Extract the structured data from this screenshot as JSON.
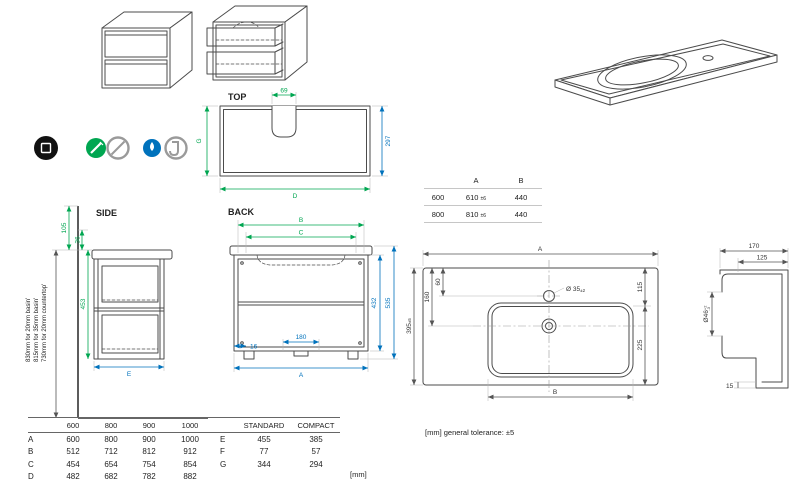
{
  "sheet": {
    "title_top": "TOP",
    "title_back": "BACK",
    "title_side": "SIDE",
    "unit_note": "[mm]",
    "tolerance_note": "[mm] general tolerance: ±5"
  },
  "top_view": {
    "cutout_width": "69",
    "depth": "297",
    "g_label": "G",
    "d_label": "D"
  },
  "back_view": {
    "b_label": "B",
    "c_label": "C",
    "inner_height": "432",
    "total_height": "535",
    "pipe_gap": "180",
    "side_inset": "16",
    "a_label": "A"
  },
  "side_view": {
    "upper_gap": "105",
    "rail_gap": "36",
    "body_height": "453",
    "depth_label": "E",
    "height_notes": [
      "830mm for 20mm basin'",
      "815mm for 35mm basin'",
      "730mm for 20mm countertop'"
    ]
  },
  "width_table": {
    "col_a": "A",
    "col_b": "B",
    "rows": [
      {
        "size": "600",
        "a_value": "610",
        "a_tol": "±6",
        "b_value": "440"
      },
      {
        "size": "800",
        "a_value": "810",
        "a_tol": "±6",
        "b_value": "440"
      }
    ]
  },
  "basin_plan": {
    "a_label": "A",
    "b_label": "B",
    "tap_offset": "60",
    "bowl_offset": "160",
    "depth_value": "395",
    "depth_tol": "±5",
    "right_upper": "115",
    "right_lower": "225",
    "tap_hole": "Ø 35",
    "tap_hole_tol": "±2"
  },
  "basin_profile": {
    "overall_depth": "170",
    "inner_depth": "125",
    "drain": "Ø46",
    "drain_tol_plus": "+2",
    "drain_tol_minus": "-3",
    "lip": "15"
  },
  "dimension_table": {
    "size_columns": [
      "600",
      "800",
      "900",
      "1000"
    ],
    "size_rows": [
      {
        "label": "A",
        "values": [
          "600",
          "800",
          "900",
          "1000"
        ]
      },
      {
        "label": "B",
        "values": [
          "512",
          "712",
          "812",
          "912"
        ]
      },
      {
        "label": "C",
        "values": [
          "454",
          "654",
          "754",
          "854"
        ]
      },
      {
        "label": "D",
        "values": [
          "482",
          "682",
          "782",
          "882"
        ]
      }
    ],
    "variant_columns": [
      "STANDARD",
      "COMPACT"
    ],
    "variant_rows": [
      {
        "label": "E",
        "values": [
          "455",
          "385"
        ]
      },
      {
        "label": "F",
        "values": [
          "77",
          "57"
        ]
      },
      {
        "label": "G",
        "values": [
          "344",
          "294"
        ]
      }
    ]
  },
  "icons": [
    {
      "name": "power-drill-icon"
    },
    {
      "name": "hand-screw-icon"
    },
    {
      "name": "no-power-tool-icon"
    },
    {
      "name": "water-connection-icon"
    },
    {
      "name": "hose-hook-icon"
    }
  ],
  "colors": {
    "dim_green": "#00a651",
    "dim_blue": "#0072bc",
    "line": "#4b4b4b"
  }
}
